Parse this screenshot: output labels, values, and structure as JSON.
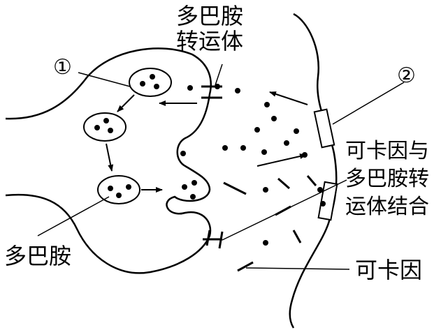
{
  "labels": {
    "transporter_line1": "多巴胺",
    "transporter_line2": "转运体",
    "marker_1": "①",
    "marker_2": "②",
    "binding_line1": "可卡因与",
    "binding_line2": "多巴胺转",
    "binding_line3": "运体结合",
    "dopamine": "多巴胺",
    "cocaine": "可卡因"
  },
  "colors": {
    "stroke": "#000000",
    "background": "#ffffff"
  }
}
